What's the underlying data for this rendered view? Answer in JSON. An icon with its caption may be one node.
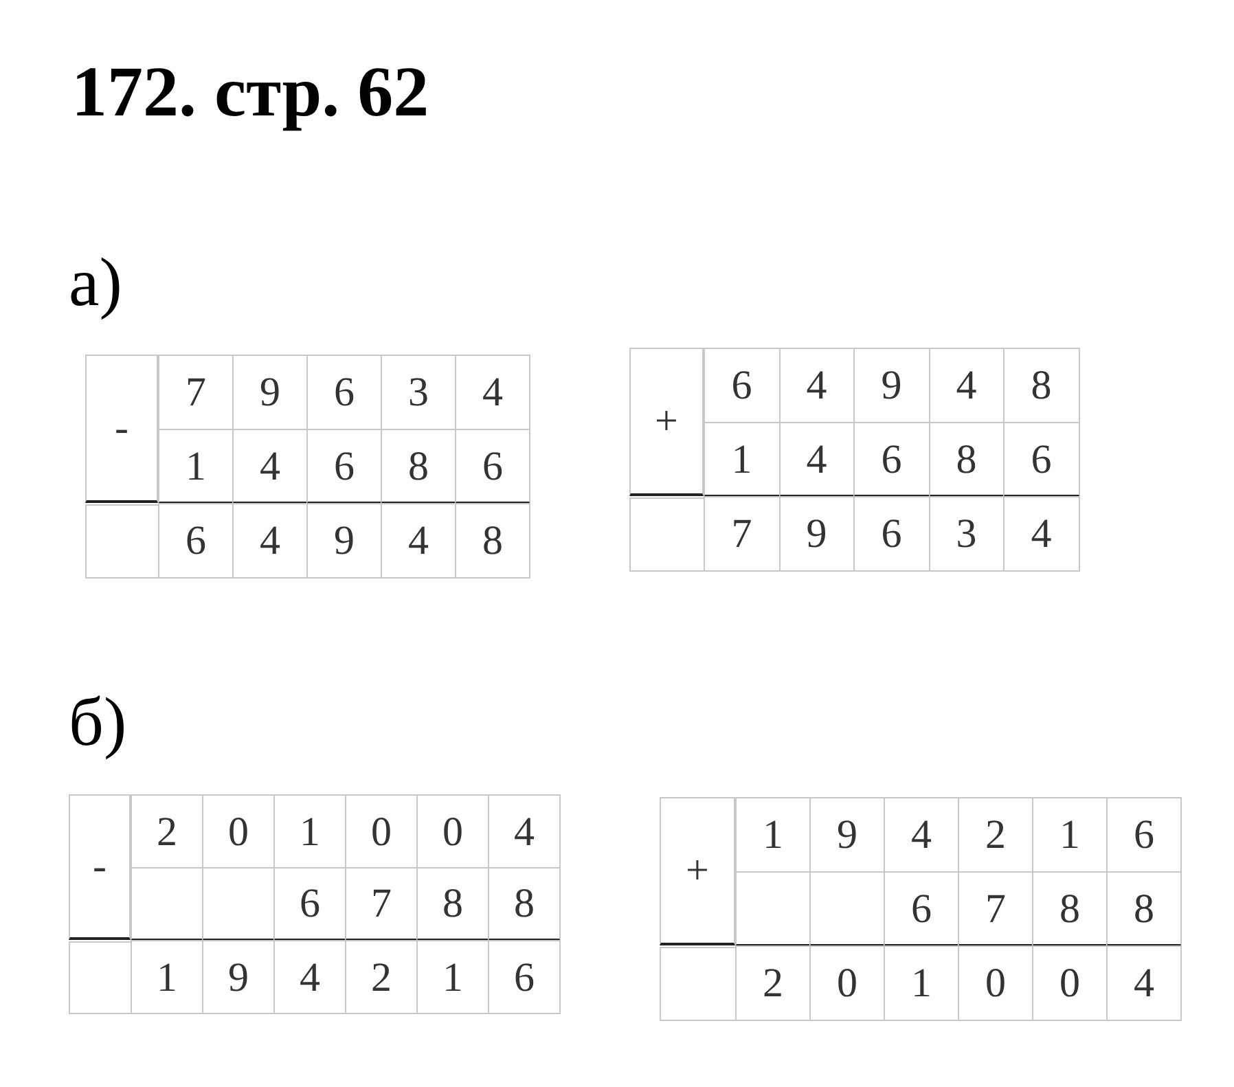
{
  "diagram": {
    "title": "172. стр. 62",
    "labels": [
      "а)",
      "-",
      "7",
      "9",
      "6",
      "3",
      "4",
      "1",
      "4",
      "6",
      "8",
      "6",
      "6",
      "4",
      "9",
      "4",
      "8",
      "+",
      "6",
      "4",
      "9",
      "4",
      "8",
      "1",
      "4",
      "6",
      "8",
      "6",
      "7",
      "9",
      "6",
      "3",
      "4",
      "б)",
      "-",
      "2",
      "0",
      "1",
      "0",
      "0",
      "4",
      "6",
      "7",
      "8",
      "8",
      "1",
      "9",
      "4",
      "2",
      "1",
      "6",
      "+",
      "1",
      "9",
      "4",
      "2",
      "1",
      "6",
      "6",
      "7",
      "8",
      "8",
      "2",
      "0",
      "1",
      "0",
      "0",
      "4"
    ]
  }
}
